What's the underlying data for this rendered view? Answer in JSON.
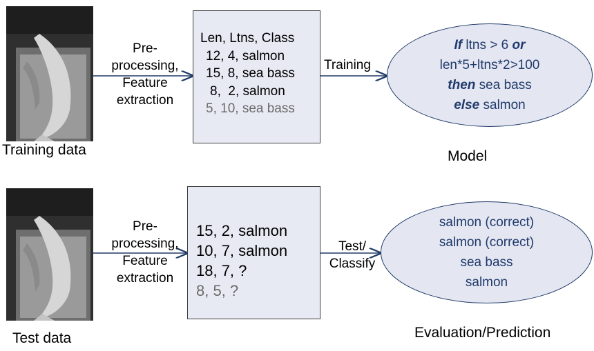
{
  "training": {
    "caption": "Training data",
    "step_lines": [
      "Pre-",
      "processing,",
      "Feature",
      "extraction"
    ],
    "header": "Len, Ltns, Class",
    "rows": [
      "12, 4, salmon",
      "15, 8, sea bass",
      "8,  2, salmon"
    ],
    "grey_row": "5, 10, sea bass",
    "arrow_label": "Training",
    "model": {
      "kw_if": "If",
      "cond1": " ltns > 6 ",
      "kw_or": "or",
      "cond2": "len*5+ltns*2>100",
      "kw_then": "then",
      "then_value": " sea bass",
      "kw_else": "else",
      "else_value": " salmon"
    },
    "model_caption": "Model"
  },
  "test": {
    "caption": "Test data",
    "step_lines": [
      "Pre-",
      "processing,",
      "Feature",
      "extraction"
    ],
    "rows": [
      "15, 2, salmon",
      "10, 7, salmon",
      "18, 7, ?"
    ],
    "grey_row": "8, 5, ?",
    "arrow_label_lines": [
      "Test/",
      "Classify"
    ],
    "results": [
      "salmon (correct)",
      "salmon (correct)",
      "sea bass",
      "salmon"
    ],
    "result_caption": "Evaluation/Prediction"
  },
  "colors": {
    "box_fill": "#e8eaf3",
    "ellipse_fill": "#e4e6f1",
    "ellipse_text": "#1f3a6b",
    "grey_text": "#6b6b6b"
  },
  "icons": {
    "training_photo": "fish-on-table-photo",
    "test_photo": "fish-on-table-photo"
  }
}
